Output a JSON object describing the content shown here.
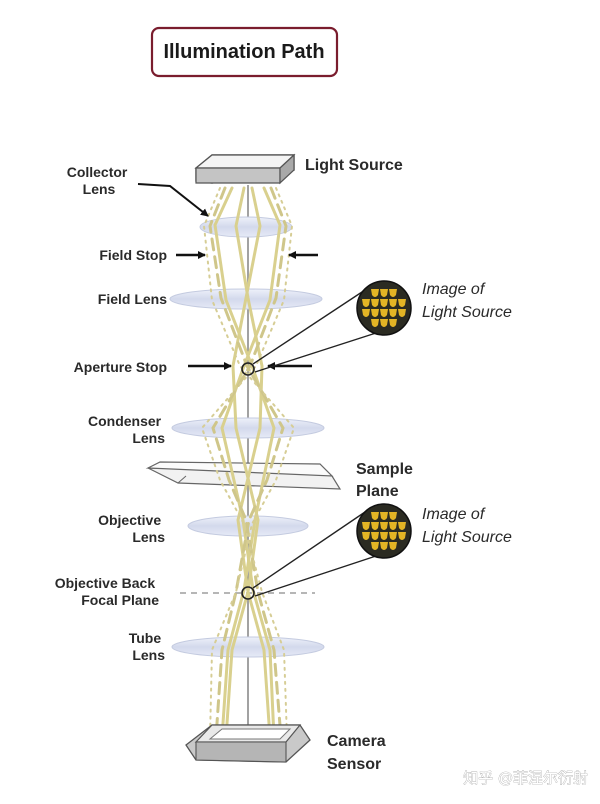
{
  "title": "Illumination Path",
  "labels": {
    "collector_lens": [
      "Collector",
      "Lens"
    ],
    "light_source": "Light Source",
    "field_stop": "Field Stop",
    "field_lens": "Field Lens",
    "image_source_top": [
      "Image of",
      "Light Source"
    ],
    "aperture_stop": "Aperture Stop",
    "condenser_lens": [
      "Condenser",
      "Lens"
    ],
    "sample_plane": [
      "Sample",
      "Plane"
    ],
    "objective_lens": [
      "Objective",
      "Lens"
    ],
    "image_source_bottom": [
      "Image of",
      "Light Source"
    ],
    "objective_back_focal_plane": [
      "Objective Back",
      "Focal Plane"
    ],
    "tube_lens": [
      "Tube",
      "Lens"
    ],
    "camera_sensor": [
      "Camera",
      "Sensor"
    ]
  },
  "watermark": "知乎 @菲涅尔衍射",
  "colors": {
    "ray": "#d9d08e",
    "ray_dark": "#c8bf7a",
    "lens_fill": "#d6dcee",
    "frame": "#7a1d2e",
    "filament": "#e3b425"
  }
}
